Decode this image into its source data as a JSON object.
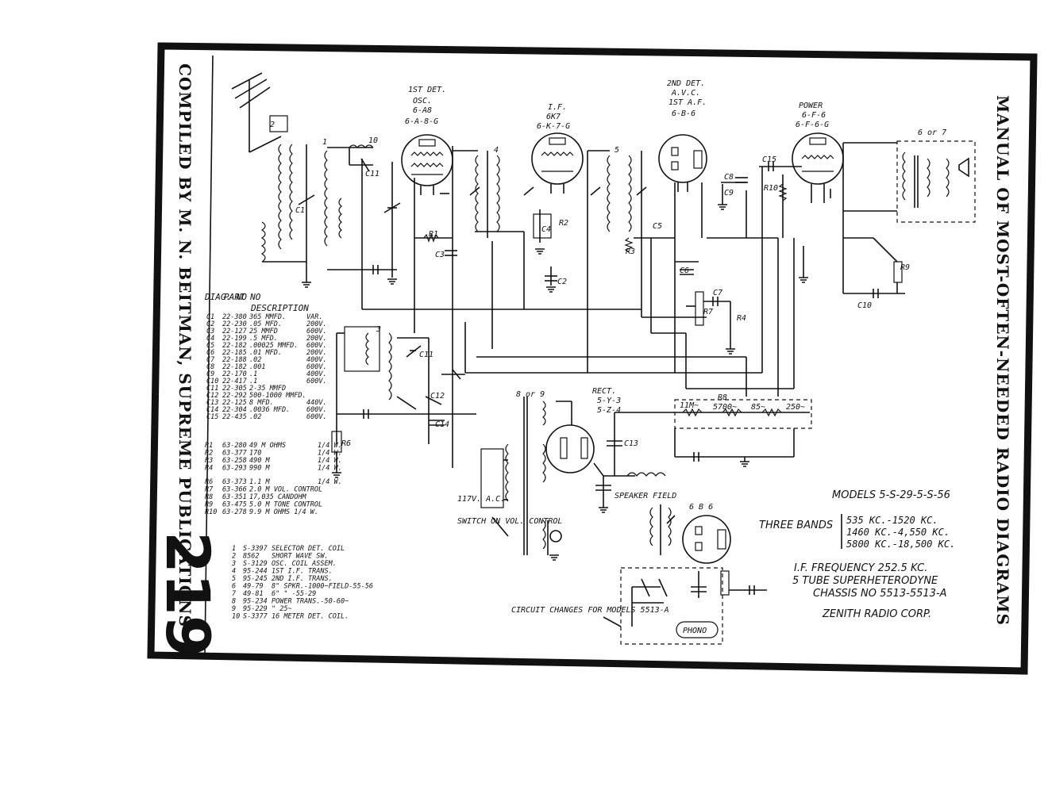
{
  "header": {
    "right_title": "MANUAL OF MOST-OFTEN-NEEDED RADIO DIAGRAMS",
    "left_title": "COMPILED BY M. N. BEITMAN, SUPREME PUBLICATIONS",
    "page_number": "219"
  },
  "tube_labels": {
    "det1": [
      "1ST DET.",
      "OSC.",
      "6-A8",
      "6-A-8-G"
    ],
    "if": [
      "I.F.",
      "6K7",
      "6-K-7-G"
    ],
    "det2": [
      "2ND DET.",
      "A.V.C.",
      "1ST A.F.",
      "6-B-6"
    ],
    "power": [
      "POWER",
      "6-F-6",
      "6-F-6-G"
    ],
    "rect": [
      "RECT.",
      "5-Y-3",
      "5-Z-4"
    ],
    "tone": [
      "6 B 6"
    ]
  },
  "component_labels": [
    "C1",
    "C2",
    "C3",
    "C4",
    "C5",
    "C6",
    "C7",
    "C8",
    "C9",
    "C10",
    "C11",
    "C12",
    "C13",
    "C14",
    "C15",
    "R1",
    "R2",
    "R3",
    "R4",
    "R6",
    "R7",
    "R9",
    "R10",
    "1",
    "2",
    "3",
    "4",
    "5",
    "6 or 7",
    "8 or 9",
    "10",
    "C11"
  ],
  "resistor_string": [
    "11M~",
    "R8",
    "5700~",
    "85~",
    "250~"
  ],
  "misc_labels": {
    "ac": "117V. A.C.",
    "switch": "SWITCH ON VOL. CONTROL",
    "speaker_field": "SPEAKER FIELD",
    "circuit_changes": "CIRCUIT CHANGES FOR MODELS 5513-A",
    "phono": "PHONO"
  },
  "parts_table": {
    "headings": [
      "DIAG. NO",
      "PART NO",
      "DESCRIPTION"
    ],
    "capacitors": [
      [
        "C1",
        "22-380",
        "365 MMFD.",
        "VAR."
      ],
      [
        "C2",
        "22-230",
        ".05 MFD.",
        "200V."
      ],
      [
        "C3",
        "22-127",
        "25 MMFD",
        "600V."
      ],
      [
        "C4",
        "22-199",
        ".5 MFD.",
        "200V."
      ],
      [
        "C5",
        "22-182",
        ".00025 MMFD.",
        "600V."
      ],
      [
        "C6",
        "22-185",
        ".01   MFD.",
        "200V."
      ],
      [
        "C7",
        "22-188",
        ".02",
        "400V."
      ],
      [
        "C8",
        "22-182",
        ".001",
        "600V."
      ],
      [
        "C9",
        "22-170",
        ".1",
        "400V."
      ],
      [
        "C10",
        "22-417",
        ".1",
        "600V."
      ],
      [
        "C11",
        "22-305",
        "2-35 MMFD",
        ""
      ],
      [
        "C12",
        "22-292",
        "500-1000 MMFD.",
        ""
      ],
      [
        "C13",
        "22-125",
        "8   MFD.",
        "440V."
      ],
      [
        "C14",
        "22-304",
        ".0036 MFD.",
        "600V."
      ],
      [
        "C15",
        "22-435",
        ".02",
        "600V."
      ]
    ],
    "resistors": [
      [
        "R1",
        "63-280",
        "49 M  OHMS",
        "1/4 W."
      ],
      [
        "R2",
        "63-377",
        "170",
        "1/4 W."
      ],
      [
        "R3",
        "63-258",
        "490 M",
        "1/4 W."
      ],
      [
        "R4",
        "63-293",
        "990 M",
        "1/4 W."
      ],
      [
        "R6",
        "63-373",
        "1.1 M",
        "1/4 W."
      ],
      [
        "R7",
        "63-366",
        "2.0 M  VOL. CONTROL",
        ""
      ],
      [
        "R8",
        "63-351",
        "17,035  CANDOHM",
        ""
      ],
      [
        "R9",
        "63-475",
        "5.0 M  TONE CONTROL",
        ""
      ],
      [
        "R10",
        "63-278",
        "9.9 M  OHMS 1/4 W.",
        ""
      ]
    ],
    "coils": [
      [
        "1",
        "S-3397",
        "SELECTOR DET. COIL"
      ],
      [
        "2",
        "8562",
        "SHORT WAVE SW."
      ],
      [
        "3",
        "S-3129",
        "OSC. COIL ASSEM."
      ],
      [
        "4",
        "95-244",
        "1ST I.F. TRANS."
      ],
      [
        "5",
        "95-245",
        "2ND I.F. TRANS."
      ],
      [
        "6",
        "49-79",
        "8\" SPKR.-1000~FIELD-55-56"
      ],
      [
        "7",
        "49-81",
        "6\"          \"         -55-29"
      ],
      [
        "8",
        "95-234",
        "POWER TRANS.-50-60~"
      ],
      [
        "9",
        "95-229",
        "          \"         25~"
      ],
      [
        "10",
        "S-3377",
        "16 METER DET. COIL."
      ]
    ]
  },
  "model_info": {
    "models": "MODELS 5-S-29-5-S-56",
    "bands_label": "THREE BANDS",
    "bands": [
      "535 KC.-1520 KC.",
      "1460 KC.-4,550 KC.",
      "5800 KC.-18,500 KC."
    ],
    "if_freq": "I.F. FREQUENCY 252.5 KC.",
    "tube_count": "5 TUBE SUPERHETERODYNE",
    "chassis": "CHASSIS NO 5513-5513-A",
    "maker": "ZENITH RADIO CORP."
  },
  "colors": {
    "ink": "#111111",
    "paper": "#ffffff"
  }
}
